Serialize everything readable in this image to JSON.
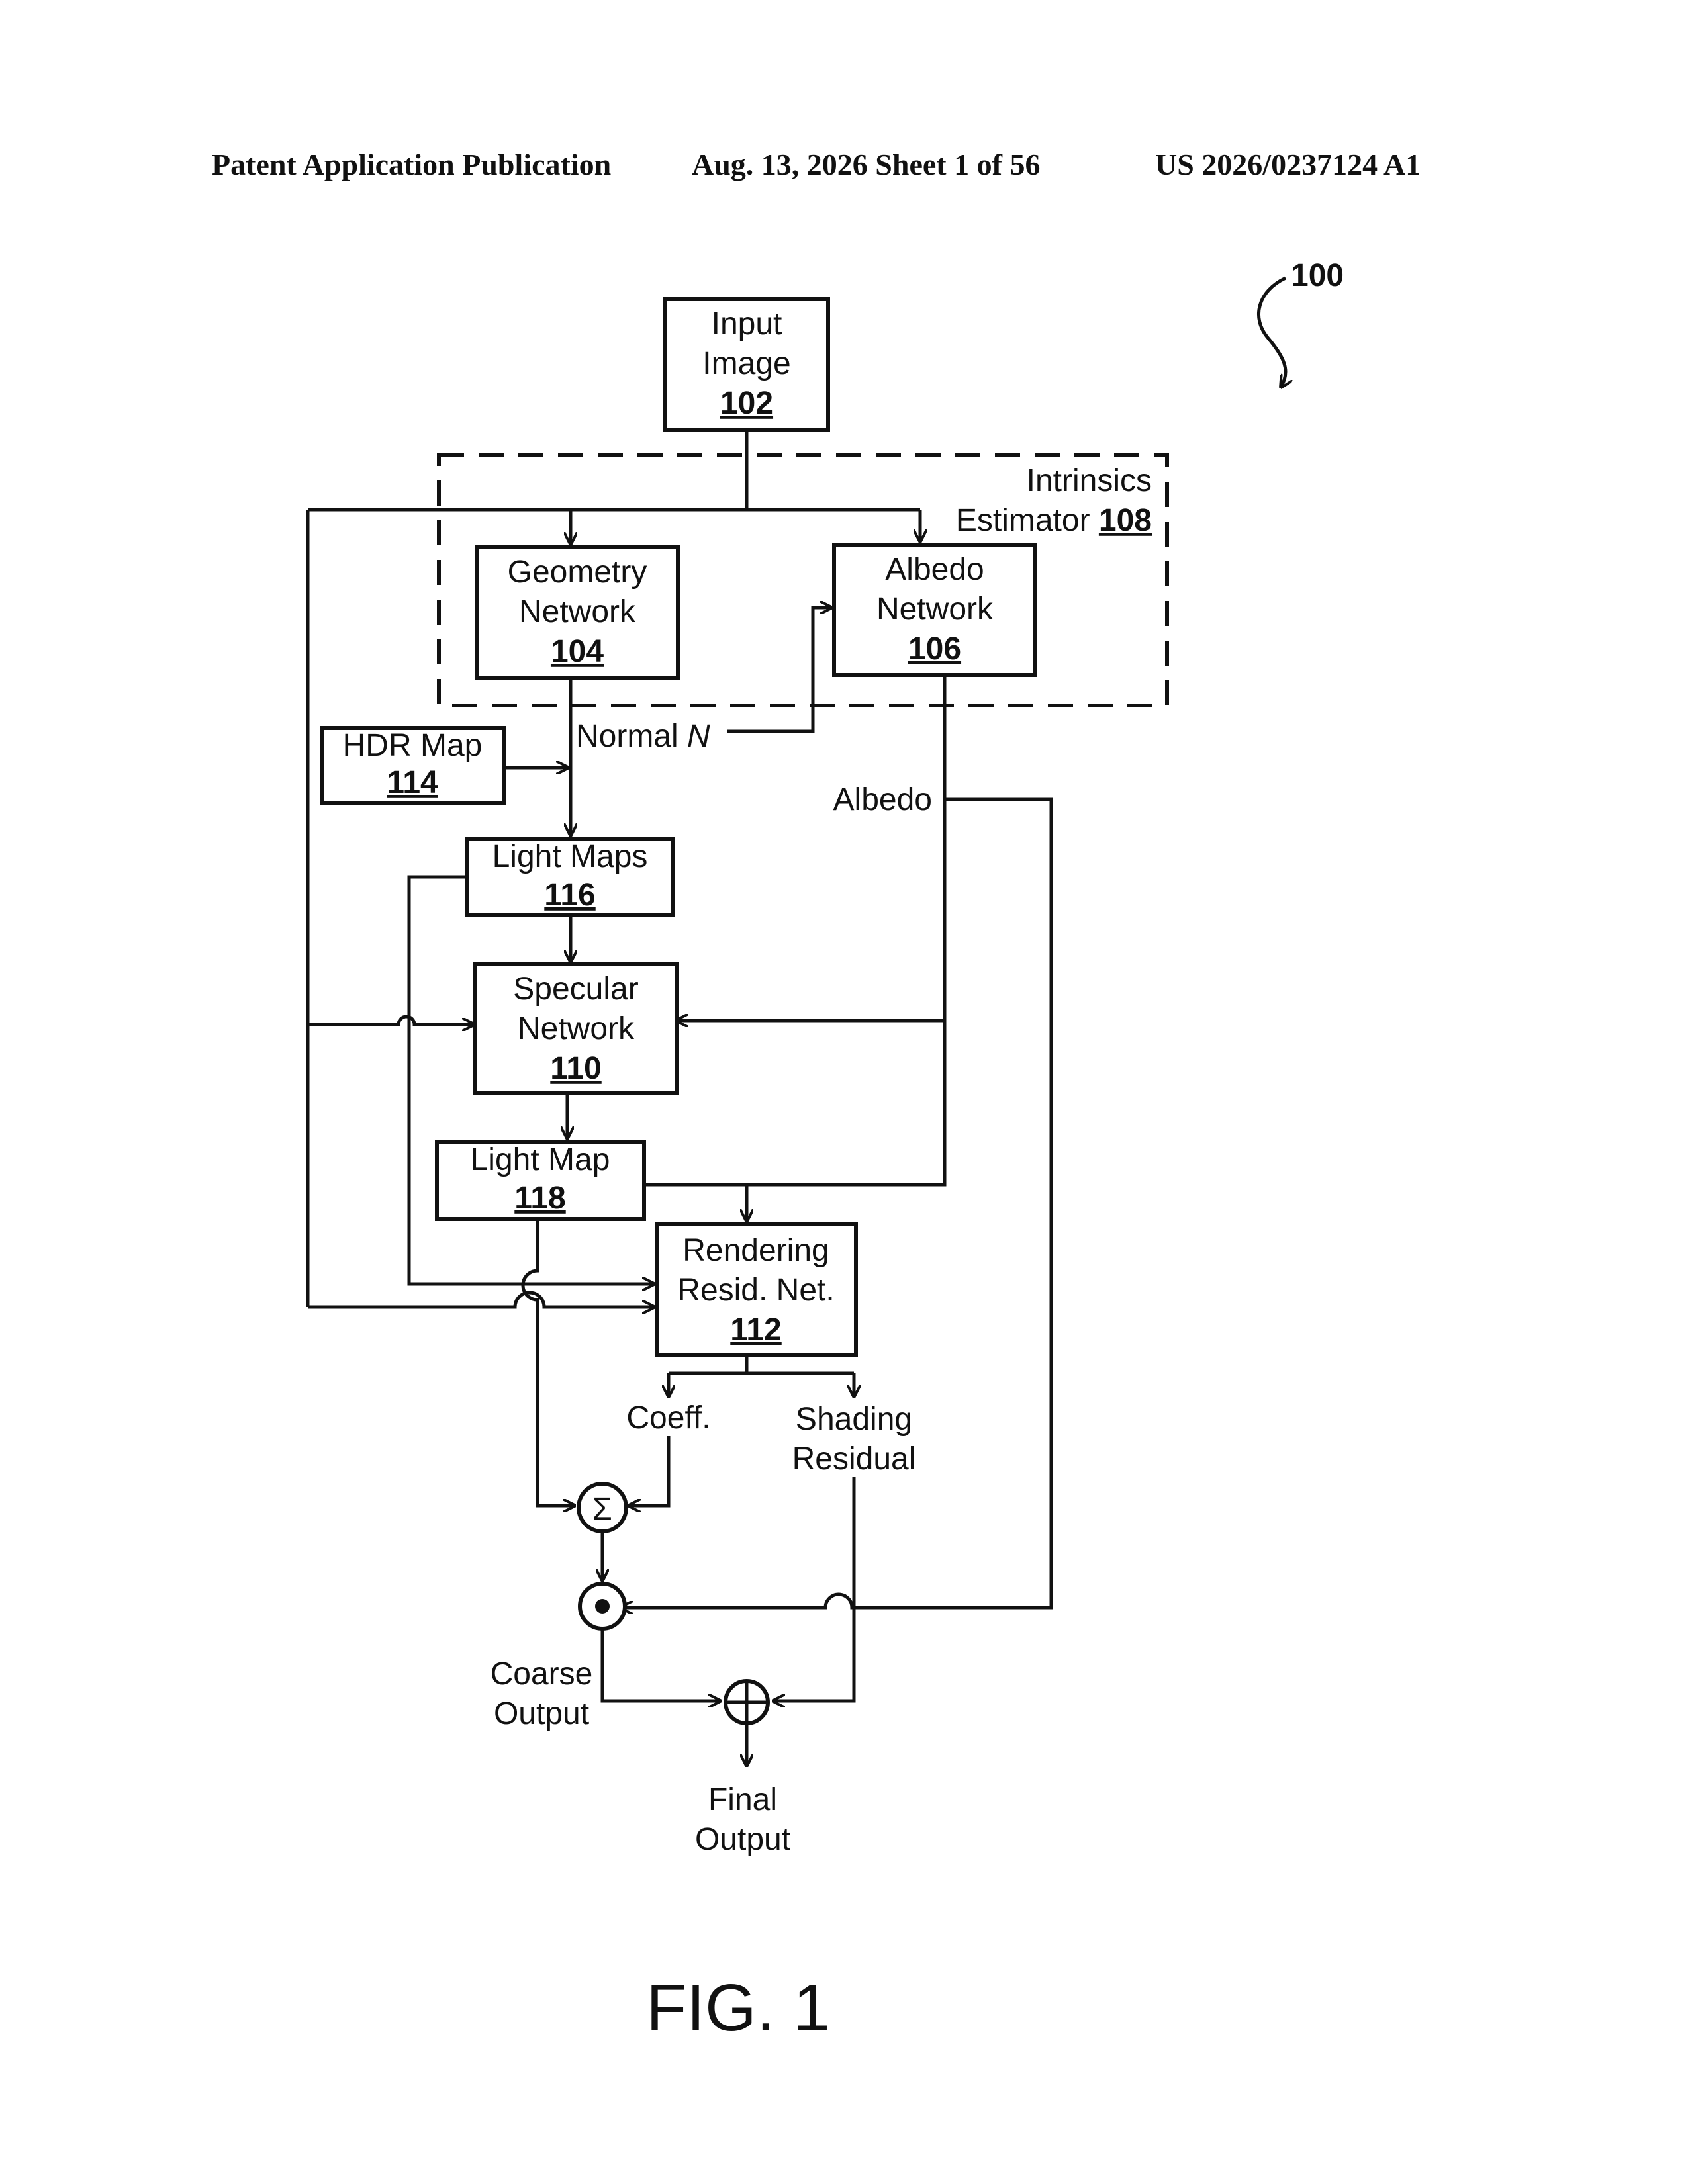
{
  "header": {
    "publication": "Patent Application Publication",
    "date_sheet": "Aug. 13, 2026  Sheet 1 of 56",
    "pub_number": "US 2026/0237124 A1"
  },
  "figure": {
    "ref": "100",
    "caption": "FIG. 1"
  },
  "blocks": {
    "input_image": {
      "line1": "Input",
      "line2": "Image",
      "ref": "102"
    },
    "intrinsics_estimator": {
      "line1": "Intrinsics",
      "line2": "Estimator",
      "ref": "108"
    },
    "geometry_network": {
      "line1": "Geometry",
      "line2": "Network",
      "ref": "104"
    },
    "albedo_network": {
      "line1": "Albedo",
      "line2": "Network",
      "ref": "106"
    },
    "hdr_map": {
      "line1": "HDR Map",
      "ref": "114"
    },
    "light_maps": {
      "line1": "Light Maps",
      "ref": "116"
    },
    "specular_network": {
      "line1": "Specular",
      "line2": "Network",
      "ref": "110"
    },
    "light_map": {
      "line1": "Light Map",
      "ref": "118"
    },
    "rendering_resid_net": {
      "line1": "Rendering",
      "line2": "Resid. Net.",
      "ref": "112"
    }
  },
  "signals": {
    "normal_prefix": "Normal ",
    "normal_symbol": "N",
    "albedo": "Albedo",
    "coeff": "Coeff.",
    "shading_line1": "Shading",
    "shading_line2": "Residual",
    "coarse_line1": "Coarse",
    "coarse_line2": "Output",
    "final_line1": "Final",
    "final_line2": "Output"
  },
  "operators": {
    "sum": "Σ"
  }
}
